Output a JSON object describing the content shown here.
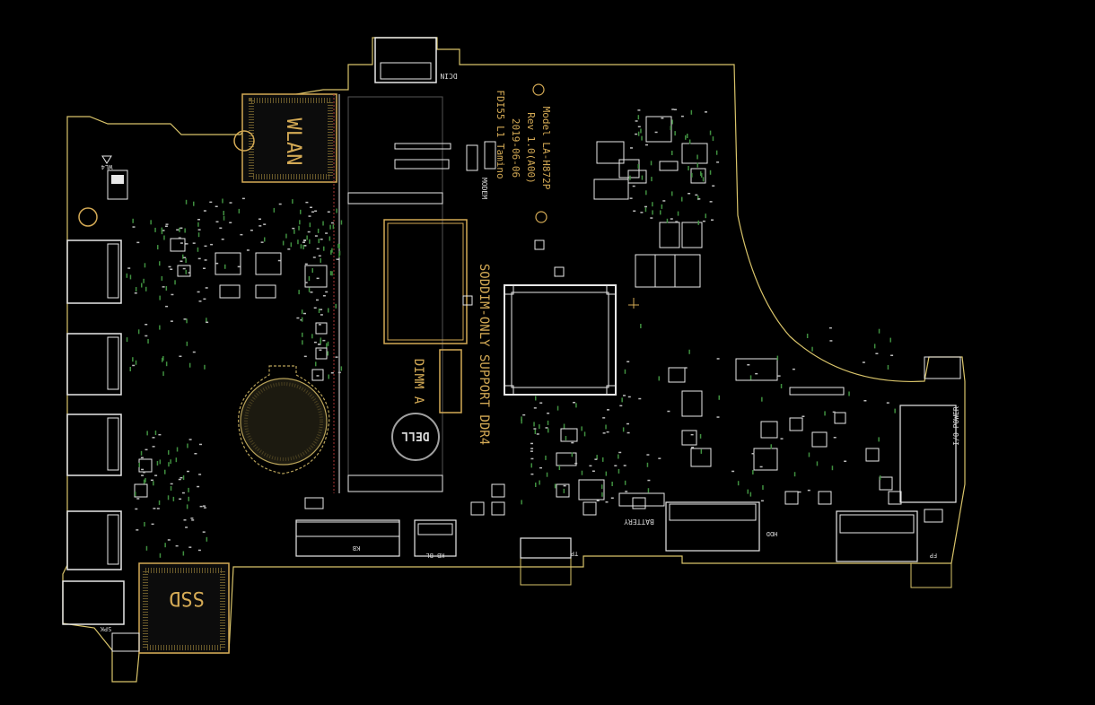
{
  "board": {
    "colors": {
      "background": "#000000",
      "outline": "#d9c46a",
      "silkscreen": "#d4aa55",
      "component": "#e8e8e8",
      "trace_green": "#3f8f3f",
      "logo_ring": "#a0a0a0"
    },
    "connectors": {
      "dcin": "DCIN",
      "kb": "KB",
      "kb_bl": "KB BL",
      "tp": "TP",
      "battery": "BATTERY",
      "hdd": "HDD",
      "fp": "FP",
      "io_power": "I/O POWER",
      "spk": "SPK"
    },
    "modules": {
      "wlan": "WLAN",
      "ssd": "SSD",
      "dimm": "DIMM A",
      "led": "WL4"
    },
    "silkscreen_text": {
      "support": "SODDIM-ONLY SUPPORT DDR4",
      "model": "Model LA-H872P",
      "rev": "Rev 1.0(A00)",
      "date": "2019-06-06",
      "model_name": "LA-H872P",
      "board_name": "FDI55 L1 Tamino",
      "modem": "MODEM"
    },
    "logo": "DELL",
    "icons": [
      "ground-symbol-icon",
      "led-triangle-icon"
    ]
  }
}
